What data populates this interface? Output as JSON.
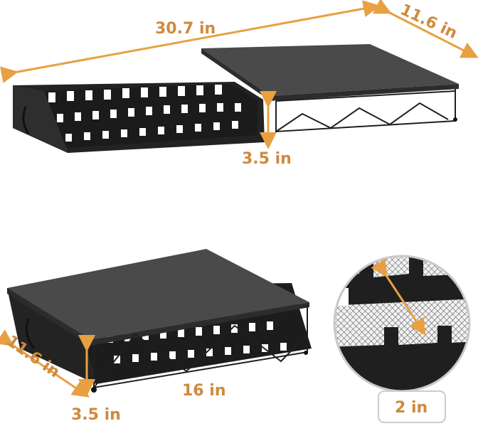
{
  "colors": {
    "accent": "#e8a042",
    "label": "#cf8a3c",
    "metal": "#2a2a2a",
    "top_plate": "#4a4a4a"
  },
  "dimensions": {
    "extended_length": "30.7 in",
    "extended_depth": "11.6 in",
    "extended_height": "3.5 in",
    "closed_depth": "11.6 in",
    "closed_width": "16 in",
    "closed_height": "3.5 in",
    "slot_spacing": "2 in"
  }
}
